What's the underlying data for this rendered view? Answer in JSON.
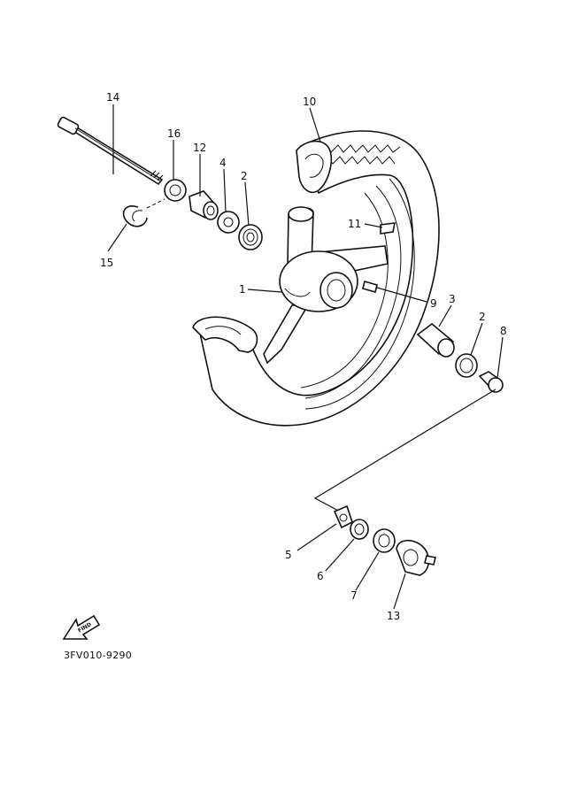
{
  "diagram": {
    "drawing_code": "3FV010-9290",
    "find_icon_text": "FIND",
    "callouts": {
      "n1": "1",
      "n2a": "2",
      "n2b": "2",
      "n3": "3",
      "n4": "4",
      "n5": "5",
      "n6": "6",
      "n7": "7",
      "n8": "8",
      "n9": "9",
      "n10": "10",
      "n11": "11",
      "n12": "12",
      "n13": "13",
      "n14": "14",
      "n15": "15",
      "n16": "16"
    }
  }
}
